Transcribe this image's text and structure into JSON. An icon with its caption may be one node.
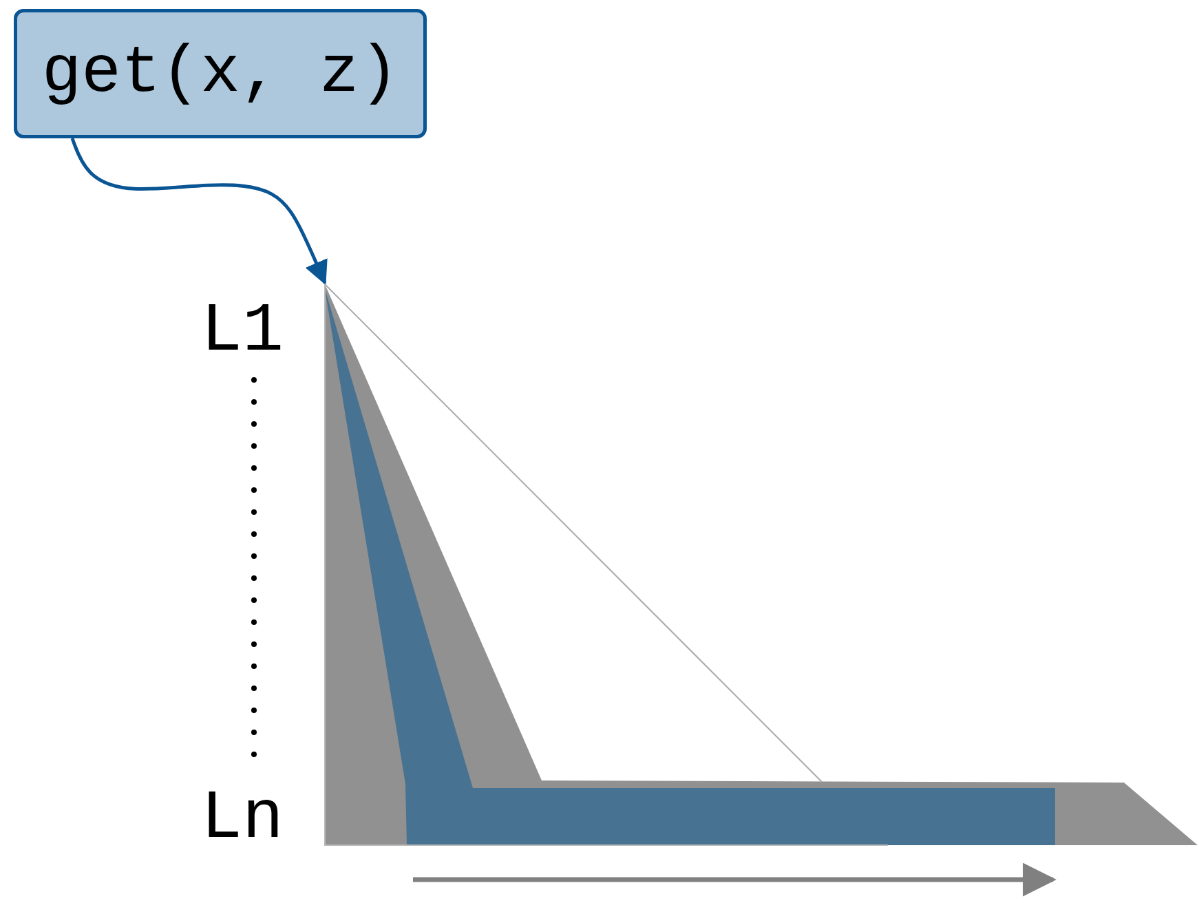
{
  "diagram": {
    "nodes": [
      {
        "text": [
          "get(x, z)"
        ]
      },
      {
        "text": [],
        "shape": "picture"
      }
    ],
    "edges": [
      {
        "from": 0,
        "to": 1,
        "arrow": "to"
      }
    ],
    "labels": [
      "L1",
      "Ln"
    ]
  }
}
